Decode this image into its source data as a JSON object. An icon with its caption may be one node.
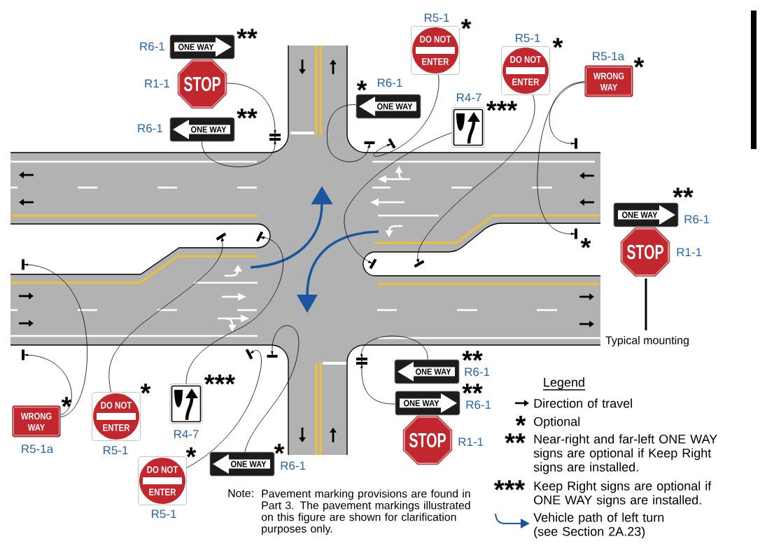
{
  "diagram": {
    "nodes": [
      {
        "text": [
          "ONE WAY"
        ],
        "beside": [
          "R6-1",
          "**"
        ]
      },
      {
        "text": [
          "DO NOT",
          "ENTER"
        ],
        "beside": [
          "R5-1",
          "*"
        ]
      },
      {
        "text": [
          "DO NOT",
          "ENTER"
        ],
        "beside": [
          "R5-1",
          "*"
        ]
      },
      {
        "text": [
          "WRONG WAY"
        ],
        "beside": [
          "R5-1a",
          "*"
        ]
      },
      {
        "text": [
          "STOP"
        ],
        "beside": [
          "R1-1"
        ]
      },
      {
        "text": [
          "ONE WAY"
        ],
        "beside": [
          "*",
          "R6-1"
        ]
      },
      {
        "text": [],
        "shape": "picture",
        "beside": [
          "R4-7",
          "***"
        ]
      },
      {
        "text": [
          "ONE WAY"
        ],
        "beside": [
          "R6-1",
          "**"
        ]
      },
      {
        "text": [],
        "shape": "bar"
      },
      {
        "text": [],
        "shape": "bar"
      },
      {
        "text": [],
        "shape": "bar"
      },
      {
        "text": [],
        "shape": "bar"
      },
      {
        "text": [
          "ONE WAY"
        ],
        "beside": [
          "**",
          "R6-1"
        ]
      },
      {
        "text": [],
        "shape": "bar",
        "beside": [
          "*"
        ]
      },
      {
        "text": [],
        "shape": "bar"
      },
      {
        "text": [],
        "shape": "bar"
      },
      {
        "text": [
          "STOP"
        ],
        "beside": [
          "R1-1"
        ]
      },
      {
        "text": [],
        "shape": "bar"
      },
      {
        "text": [],
        "shape": "bar"
      },
      {
        "text": [],
        "shape": "bar"
      },
      {
        "text": [],
        "shape": "bar"
      },
      {
        "text": [],
        "shape": "bar"
      },
      {
        "text": [],
        "shape": "bar"
      },
      {
        "text": [],
        "shape": "bar"
      },
      {
        "text": [
          "ONE WAY"
        ],
        "beside": [
          "**",
          "R6-1"
        ]
      },
      {
        "text": [],
        "shape": "picture",
        "beside": [
          "***",
          "R4-7"
        ]
      },
      {
        "text": [
          "ONE WAY"
        ],
        "beside": [
          "**",
          "R6-1"
        ]
      },
      {
        "text": [
          "DO NOT",
          "ENTER"
        ],
        "beside": [
          "*",
          "R5-1"
        ]
      },
      {
        "text": [
          "WRONG WAY"
        ],
        "beside": [
          "*",
          "R5-1a"
        ]
      },
      {
        "text": [
          "STOP"
        ],
        "beside": [
          "R1-1"
        ]
      },
      {
        "text": [
          "ONE WAY"
        ],
        "beside": [
          "*",
          "R6-1"
        ]
      },
      {
        "text": [
          "DO NOT",
          "ENTER"
        ],
        "beside": [
          "*",
          "R5-1"
        ]
      }
    ],
    "edges": [
      {
        "from": 4,
        "to": 8,
        "arrow": "to"
      },
      {
        "from": 7,
        "to": 8,
        "arrow": "to"
      },
      {
        "from": 5,
        "to": 9,
        "arrow": "to"
      },
      {
        "from": 1,
        "to": 10,
        "arrow": "to"
      },
      {
        "from": 6,
        "to": 18,
        "arrow": "to"
      },
      {
        "from": 2,
        "to": 19,
        "arrow": "to"
      },
      {
        "from": 3,
        "to": 11,
        "arrow": "to"
      },
      {
        "from": 3,
        "to": 13,
        "arrow": "to"
      },
      {
        "from": 28,
        "to": 17,
        "arrow": "to"
      },
      {
        "from": 28,
        "to": 20,
        "arrow": "to"
      },
      {
        "from": 27,
        "to": 14,
        "arrow": "to"
      },
      {
        "from": 25,
        "to": 15,
        "arrow": "to"
      },
      {
        "from": 31,
        "to": 21,
        "arrow": "to"
      },
      {
        "from": 30,
        "to": 22,
        "arrow": "to"
      },
      {
        "from": 24,
        "to": 23,
        "arrow": "to"
      },
      {
        "from": 26,
        "to": 23,
        "arrow": "to"
      }
    ],
    "labels": [
      "Typical mounting",
      "Legend",
      "*",
      "**",
      "***",
      "Note:",
      "Pavement marking provisions are found in Part 3. The pavement markings illustrated on this figure are shown for clarification purposes only."
    ],
    "legend": [
      {
        "text": "Direction of travel"
      },
      {
        "text": "Optional"
      },
      {
        "text": "Near-right and far-left ONE WAY signs are optional if Keep Right signs are installed."
      },
      {
        "text": "Keep Right signs are optional if ONE WAY signs are installed."
      },
      {
        "text": "Vehicle path of left turn (see Section 2A.23)"
      }
    ]
  }
}
